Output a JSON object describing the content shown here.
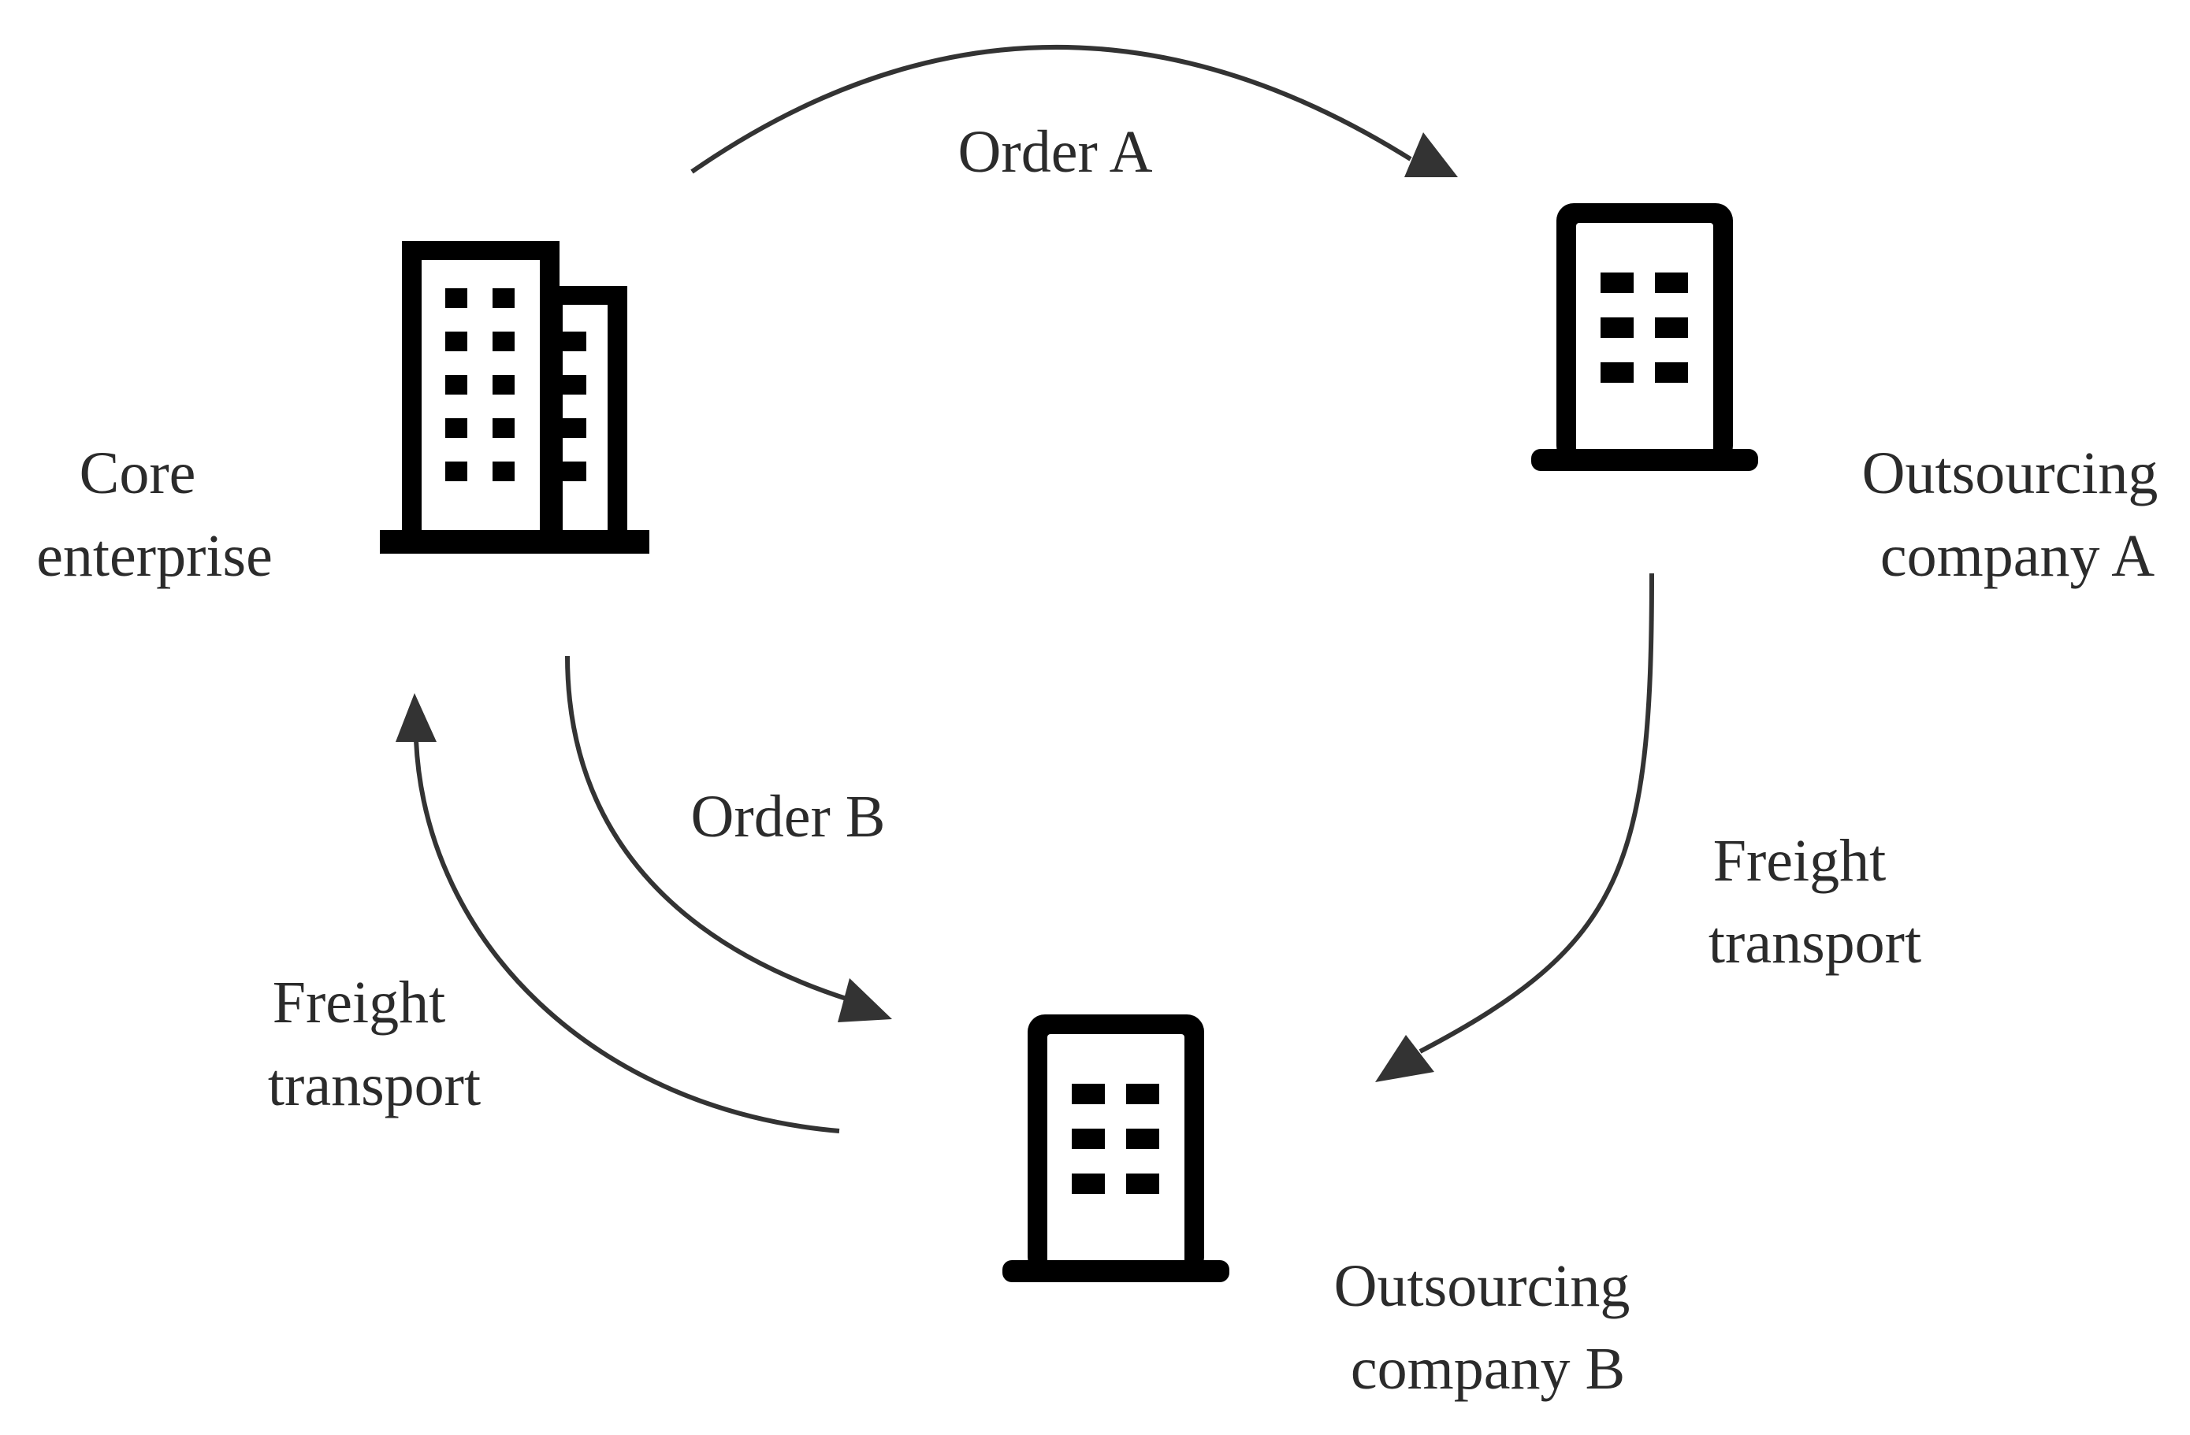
{
  "nodes": {
    "core": {
      "label_lines": [
        "Core",
        "enterprise"
      ],
      "icon": "office-buildings-icon"
    },
    "company_a": {
      "label_lines": [
        "Outsourcing",
        "company A"
      ],
      "icon": "office-building-icon"
    },
    "company_b": {
      "label_lines": [
        "Outsourcing",
        "company B"
      ],
      "icon": "office-building-icon"
    }
  },
  "edges": {
    "order_a": {
      "label_lines": [
        "Order A"
      ],
      "from": "core",
      "to": "company_a"
    },
    "freight_a_to_b": {
      "label_lines": [
        "Freight",
        "transport"
      ],
      "from": "company_a",
      "to": "company_b"
    },
    "order_b": {
      "label_lines": [
        "Order B"
      ],
      "from": "core",
      "to": "company_b"
    },
    "freight_b_to_core": {
      "label_lines": [
        "Freight",
        "transport"
      ],
      "from": "company_b",
      "to": "core"
    }
  },
  "colors": {
    "icon": "#000000",
    "arrow": "#333333",
    "text": "#2b2b2b"
  }
}
